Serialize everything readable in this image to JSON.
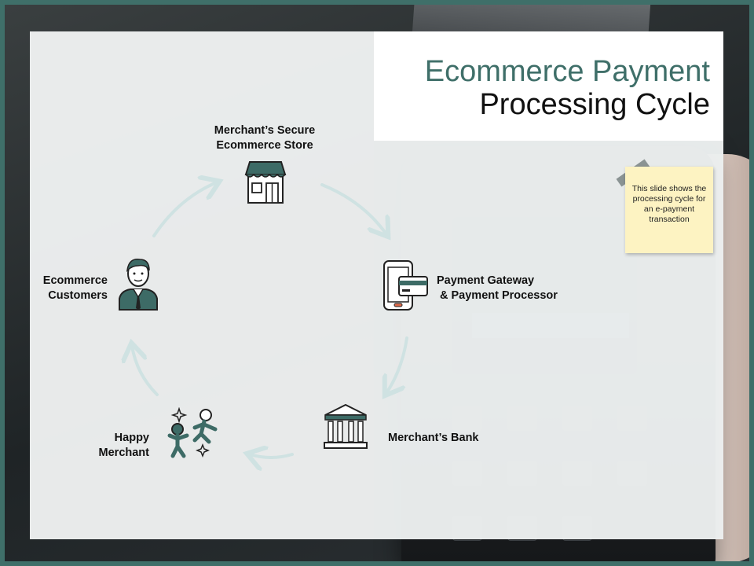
{
  "title": {
    "line1": "Ecommerce Payment",
    "line2": "Processing Cycle"
  },
  "note": {
    "text": "This slide shows the processing cycle for an e-payment transaction"
  },
  "cycle_steps": [
    {
      "label_line1": "Merchant’s Secure",
      "label_line2": "Ecommerce Store",
      "icon": "storefront-icon"
    },
    {
      "label_line1": "Payment Gateway",
      "label_line2": "& Payment Processor",
      "icon": "mobile-card-payment-icon"
    },
    {
      "label_line1": "Merchant’s Bank",
      "label_line2": "",
      "icon": "bank-building-icon"
    },
    {
      "label_line1": "Happy",
      "label_line2": "Merchant",
      "icon": "dancing-people-icon"
    },
    {
      "label_line1": "Ecommerce",
      "label_line2": "Customers",
      "icon": "businessman-icon"
    }
  ],
  "colors": {
    "accent": "#3f6f69",
    "icon_fill": "#3d6b66",
    "arrow": "#cfe2e2",
    "note": "#fdf3c2"
  }
}
